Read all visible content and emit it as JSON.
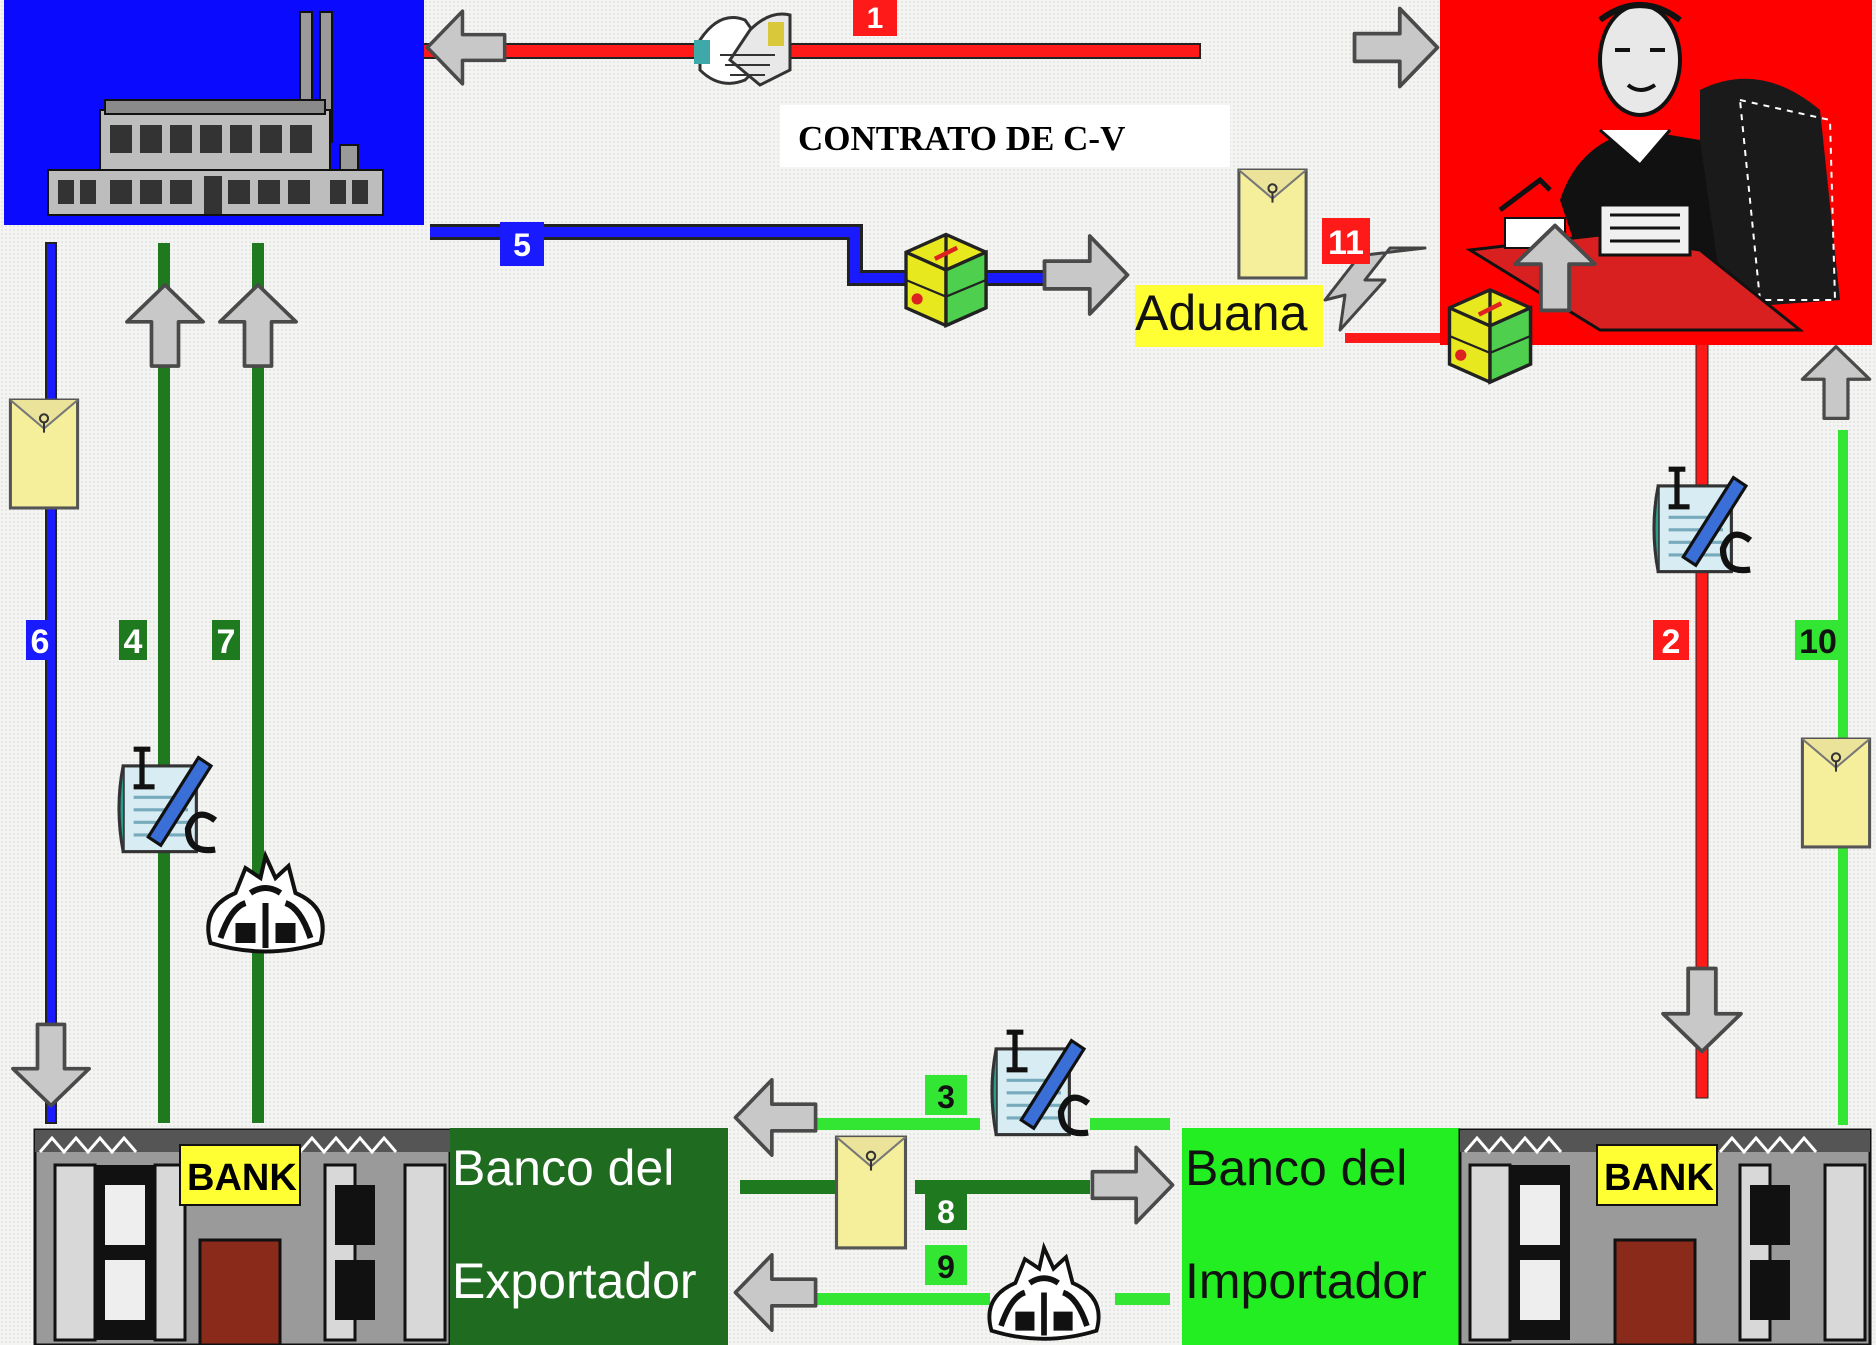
{
  "title": "CONTRATO DE C-V",
  "customs_label": "Aduana",
  "exporter_bank": {
    "line1": "Banco del",
    "line2": "Exportador",
    "sign": "BANK"
  },
  "importer_bank": {
    "line1": "Banco del",
    "line2": "Importador",
    "sign": "BANK"
  },
  "letter_of_credit_icon_text": "L C",
  "steps": [
    {
      "number": "1",
      "color": "#ff1a1a"
    },
    {
      "number": "2",
      "color": "#ff1a1a"
    },
    {
      "number": "3",
      "color": "#33e633"
    },
    {
      "number": "4",
      "color": "#1f7a1f"
    },
    {
      "number": "5",
      "color": "#1a1aff"
    },
    {
      "number": "6",
      "color": "#1a1aff"
    },
    {
      "number": "7",
      "color": "#1f7a1f"
    },
    {
      "number": "8",
      "color": "#1f7a1f"
    },
    {
      "number": "9",
      "color": "#33e633"
    },
    {
      "number": "10",
      "color": "#33e633"
    },
    {
      "number": "11",
      "color": "#ff1a1a"
    }
  ],
  "colors": {
    "exporter_bg": "#0a0aff",
    "importer_bg": "#ff0000",
    "bank_exporter_bg": "#1f6b1f",
    "bank_importer_bg": "#22ee22",
    "customs_bg": "#ffff33",
    "arrow_fill": "#c8c8c8"
  },
  "icons": [
    "factory-icon",
    "handshake-icon",
    "importer-person-icon",
    "package-icon",
    "envelope-icon",
    "letter-of-credit-icon",
    "money-bag-icon",
    "bank-building-icon",
    "lightning-arrow-icon"
  ]
}
